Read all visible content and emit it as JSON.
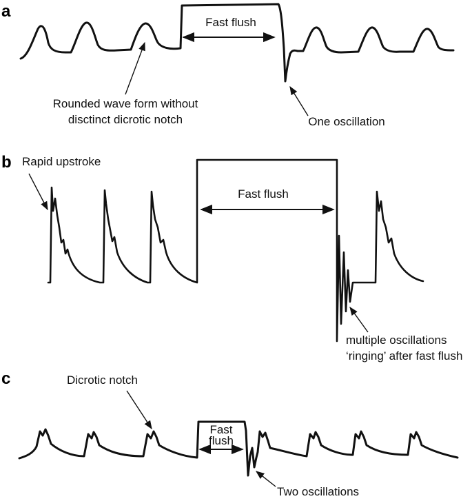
{
  "panels": [
    {
      "letter": "a",
      "flush_label": "Fast flush",
      "annotations": {
        "waveform": [
          "Rounded wave form without",
          "disctinct dicrotic notch"
        ],
        "oscillation": "One oscillation"
      }
    },
    {
      "letter": "b",
      "flush_label": "Fast flush",
      "annotations": {
        "upstroke": "Rapid upstroke",
        "ringing": [
          "multiple oscillations",
          "‘ringing’ after fast flush"
        ]
      }
    },
    {
      "letter": "c",
      "flush_label": [
        "Fast",
        "flush"
      ],
      "annotations": {
        "notch": "Dicrotic notch",
        "oscillation": "Two oscillations"
      }
    }
  ]
}
